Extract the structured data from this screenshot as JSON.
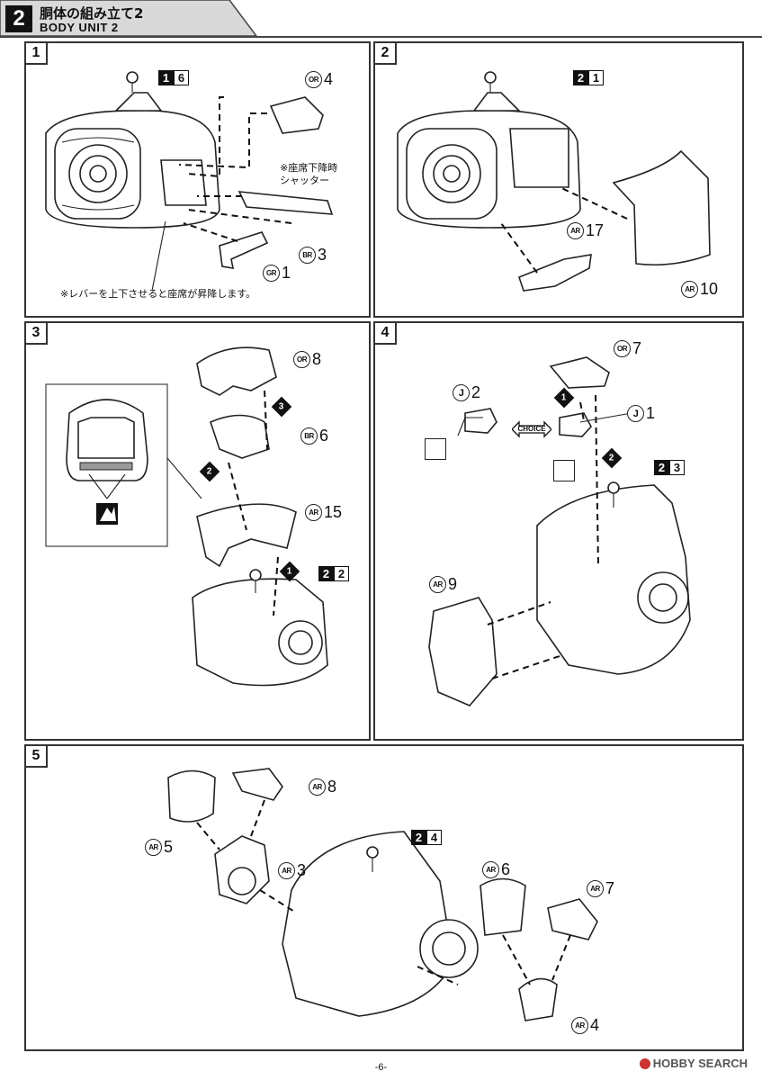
{
  "header": {
    "number": "2",
    "title_jp": "胴体の組み立て2",
    "title_en": "BODY UNIT 2"
  },
  "panels": [
    {
      "number": "1",
      "ref": [
        "1",
        "6"
      ],
      "parts": [
        {
          "code": "OR",
          "num": "4"
        },
        {
          "code": "BR",
          "num": "3"
        },
        {
          "code": "GR",
          "num": "1"
        }
      ],
      "note_shutter": "※座席下降時\nシャッター",
      "note_lever": "※レバーを上下させると座席が昇降します。"
    },
    {
      "number": "2",
      "ref": [
        "2",
        "1"
      ],
      "parts": [
        {
          "code": "AR",
          "num": "17"
        },
        {
          "code": "AR",
          "num": "10"
        }
      ]
    },
    {
      "number": "3",
      "ref": [
        "2",
        "2"
      ],
      "parts": [
        {
          "code": "OR",
          "num": "8"
        },
        {
          "code": "BR",
          "num": "6"
        },
        {
          "code": "AR",
          "num": "15"
        }
      ],
      "steps": [
        "1",
        "2",
        "3"
      ]
    },
    {
      "number": "4",
      "ref": [
        "2",
        "3"
      ],
      "parts": [
        {
          "code": "OR",
          "num": "7"
        },
        {
          "code": "J",
          "num": "2"
        },
        {
          "code": "J",
          "num": "1"
        },
        {
          "code": "AR",
          "num": "9"
        }
      ],
      "choice": "CHOICE",
      "steps": [
        "1",
        "2"
      ]
    },
    {
      "number": "5",
      "ref": [
        "2",
        "4"
      ],
      "parts": [
        {
          "code": "AR",
          "num": "8"
        },
        {
          "code": "AR",
          "num": "5"
        },
        {
          "code": "AR",
          "num": "3"
        },
        {
          "code": "AR",
          "num": "6"
        },
        {
          "code": "AR",
          "num": "7"
        },
        {
          "code": "AR",
          "num": "4"
        }
      ]
    }
  ],
  "footer": {
    "page": "-6-",
    "watermark": "HOBBY SEARCH"
  }
}
